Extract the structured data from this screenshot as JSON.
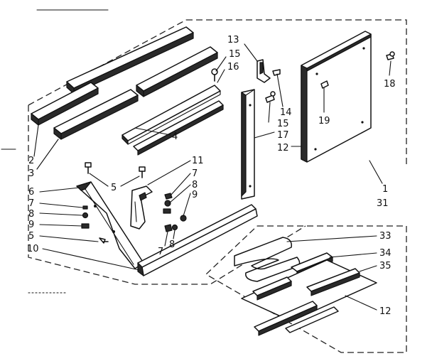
{
  "callouts": {
    "c1": "1",
    "c2": "2",
    "c3": "3",
    "c4": "4",
    "c5a": "5",
    "c5b": "5",
    "c6": "6",
    "c7a": "7",
    "c7b": "7",
    "c7c": "7",
    "c8a": "8",
    "c8b": "8",
    "c8c": "8",
    "c9a": "9",
    "c9b": "9",
    "c10": "10",
    "c11": "11",
    "c12a": "12",
    "c12b": "12",
    "c13": "13",
    "c14": "14",
    "c15a": "15",
    "c15b": "15",
    "c16": "16",
    "c17": "17",
    "c18": "18",
    "c19": "19",
    "c31": "31",
    "c33": "33",
    "c34": "34",
    "c35": "35"
  }
}
